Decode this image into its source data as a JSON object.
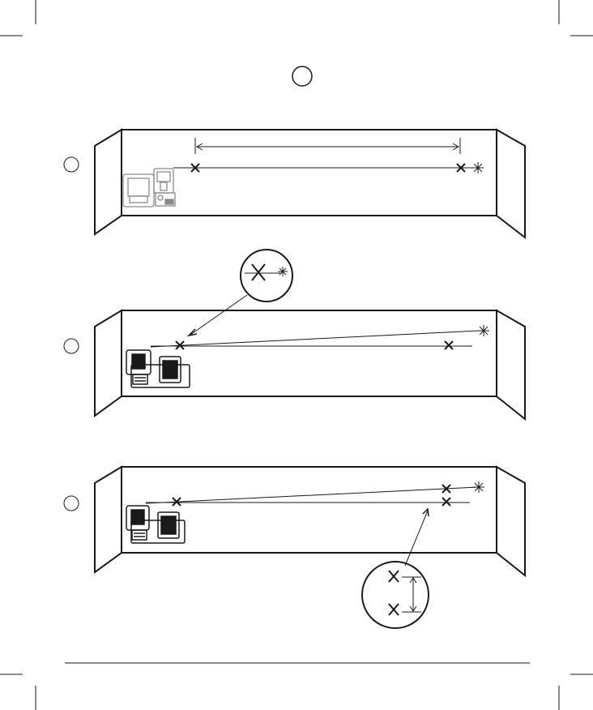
{
  "header": {
    "section_circle_label": ""
  },
  "steps": [
    {
      "id": "step-1",
      "circle_label": ""
    },
    {
      "id": "step-2",
      "circle_label": ""
    },
    {
      "id": "step-3",
      "circle_label": ""
    }
  ],
  "colors": {
    "ink": "#1a1a1a",
    "paper": "#ffffff",
    "laser_beam": "#1a1a1a"
  },
  "icons": [
    "crop-mark-icon",
    "laser-level-icon",
    "laser-burst-icon",
    "x-mark-icon",
    "magnifier-callout-icon",
    "dimension-arrow-icon"
  ]
}
